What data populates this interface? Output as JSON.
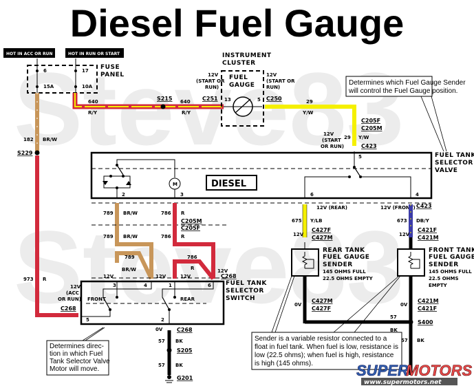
{
  "title": "Diesel Fuel Gauge",
  "watermark": {
    "text1": "Steve83",
    "text2": "Steve83"
  },
  "power": {
    "hot_acc_run": "HOT IN ACC OR RUN",
    "hot_run_start": "HOT IN RUN OR START"
  },
  "fuse_panel": {
    "label1": "FUSE",
    "label2": "PANEL",
    "fuse1_num": "6",
    "fuse1_amp": "15A",
    "fuse2_num": "17",
    "fuse2_amp": "10A"
  },
  "cluster": {
    "label1": "INSTRUMENT",
    "label2": "CLUSTER",
    "gauge1": "FUEL",
    "gauge2": "GAUGE",
    "pin_left": "13",
    "pin_right": "5",
    "v_left": [
      "12V",
      "(START OR",
      "RUN)"
    ],
    "v_right": [
      "12V",
      "(START OR",
      "RUN)"
    ]
  },
  "wires": {
    "w640a": {
      "num": "640",
      "color": "R/Y"
    },
    "w640b": {
      "num": "640",
      "color": "R/Y"
    },
    "w29a": {
      "num": "29",
      "color": "Y/W"
    },
    "w29b": {
      "num": "29",
      "color": "Y/W"
    },
    "w182": {
      "num": "182",
      "color": "BR/W"
    },
    "w973": {
      "num": "973",
      "color": "R"
    },
    "w789a": {
      "num": "789",
      "color": "BR/W"
    },
    "w789b": {
      "num": "789",
      "color": "BR/W"
    },
    "w789c": {
      "num": "789",
      "color": "BR/W"
    },
    "w786a": {
      "num": "786",
      "color": "R"
    },
    "w786b": {
      "num": "786",
      "color": "R"
    },
    "w786c": {
      "num": "786",
      "color": "R"
    },
    "w675": {
      "num": "675",
      "color": "Y/LB"
    },
    "w673": {
      "num": "673",
      "color": "DB/Y"
    },
    "w57a": {
      "num": "57",
      "color": "BK"
    },
    "w57b": {
      "num": "57",
      "color": "BK"
    },
    "w57c": {
      "num": "57",
      "color": "BK"
    },
    "w57d": {
      "num": "57",
      "color": "BK"
    }
  },
  "connectors": {
    "s215": "S215",
    "c251": "C251",
    "c250": "C250",
    "c205f_top": "C205F",
    "c205m_top": "C205M",
    "c423_top": "C423",
    "c423_bot": "C423",
    "s229": "S229",
    "c205m": "C205M",
    "c205f": "C205F",
    "c268_top": "C268",
    "c268_left": "C268",
    "c268_bot": "C268",
    "s205": "S205",
    "g201": "G201",
    "c427f": "C427F",
    "c427m": "C427M",
    "c427m2": "C427M",
    "c427f2": "C427F",
    "c421f": "C421F",
    "c421m": "C421M",
    "c421m2": "C421M",
    "c421f2": "C421F",
    "s400": "S400"
  },
  "valve": {
    "label1": "FUEL TANK",
    "label2": "SELECTOR",
    "label3": "VALVE",
    "diesel": "DIESEL",
    "pin2": "2",
    "pin3": "3",
    "pin5": "5",
    "pin6": "6",
    "pin4": "4",
    "v_c423": [
      "12V",
      "(START",
      "OR RUN)"
    ],
    "v_rear": "12V (REAR)",
    "v_front": "12V (FRONT)",
    "motor": "M"
  },
  "switch": {
    "label1": "FUEL TANK",
    "label2": "SELECTOR",
    "label3": "SWITCH",
    "front": "FRONT",
    "rear": "REAR",
    "pin3": "3",
    "pin4": "4",
    "pin1": "1",
    "pin6": "6",
    "pin5": "5",
    "pin2": "2",
    "v_left": [
      "12V",
      "(ACC",
      "OR RUN)"
    ],
    "v12": "12V",
    "zero": "0V"
  },
  "senders": {
    "rear": {
      "label1": "REAR TANK",
      "label2": "FUEL GAUGE",
      "label3": "SENDER",
      "spec1": "145 OHMS FULL",
      "spec2": "22.5 OHMS EMPTY"
    },
    "front": {
      "label1": "FRONT TANK",
      "label2": "FUEL GAUGE",
      "label3": "SENDER",
      "spec1": "145 OHMS FULL",
      "spec2": "22.5 OHMS",
      "spec3": "EMPTY"
    },
    "v12": "12V",
    "zero": "0V"
  },
  "notes": {
    "valve_note": [
      "Determines which Fuel Gauge Sender",
      "will control the Fuel Gauge position."
    ],
    "switch_note": [
      "Determines direc-",
      "tion in which Fuel",
      "Tank Selector Valve",
      "Motor will move."
    ],
    "sender_note": [
      "Sender is a variable resistor connected to a",
      "float in fuel tank. When fuel is low, resistance is",
      "low (22.5 ohms); when fuel is high, resistance",
      "is high (145 ohms)."
    ]
  },
  "logo": {
    "text1": "SUPER",
    "text2": "MOTORS",
    "url": "www.supermotors.net"
  },
  "colors": {
    "red": "#d22a3c",
    "yellow": "#f5f000",
    "tan": "#c8965a",
    "blue": "#3b3ba8",
    "black": "#000000"
  }
}
